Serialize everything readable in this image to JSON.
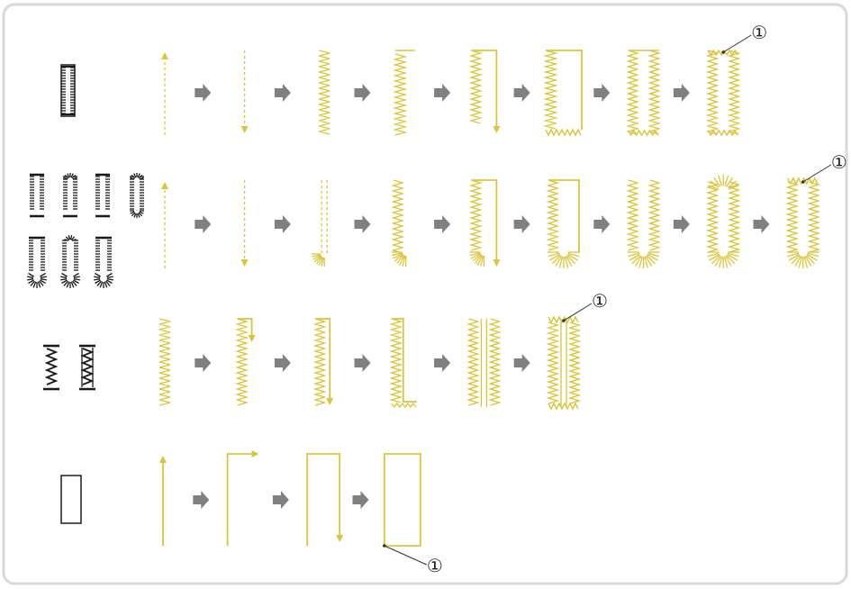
{
  "diagram": {
    "title": "",
    "callout_label": "①",
    "colors": {
      "stitch": "#dcc43a",
      "stitch_dark": "#c9a82a",
      "arrow": "#808080",
      "icon": "#1a1a1a",
      "frame_border": "#d9d9d9",
      "background": "#ffffff"
    },
    "rows": [
      {
        "name": "row-standard-buttonhole",
        "icon_names": [
          "rectangular-buttonhole-icon"
        ],
        "steps": [
          "guide-up",
          "guide-down",
          "satin-left",
          "satin-left-bar-top",
          "satin-left-bar-down",
          "satin-left-bottom-return",
          "satin-both-sides",
          "satin-complete"
        ],
        "callout_step": 7
      },
      {
        "name": "row-rounded-keyhole-buttonhole",
        "icon_names": [
          "rounded-buttonhole-icon",
          "round-end-buttonhole-icon",
          "square-buttonhole-icon",
          "oval-buttonhole-icon",
          "keyhole-buttonhole-icon",
          "keyhole-tapered-icon",
          "keyhole-square-icon"
        ],
        "steps": [
          "guide-up",
          "guide-down",
          "round-fan-start",
          "round-left",
          "round-left-down",
          "round-left-bottom",
          "round-both-sides",
          "round-with-top",
          "round-complete"
        ],
        "callout_step": 8
      },
      {
        "name": "row-zigzag-buttonhole",
        "icon_names": [
          "zigzag-buttonhole-icon",
          "double-zigzag-buttonhole-icon"
        ],
        "steps": [
          "zig-left",
          "zig-left-down",
          "zig-left-line",
          "zig-left-bottom",
          "zig-both-sides",
          "zig-complete"
        ],
        "callout_step": 5
      },
      {
        "name": "row-straight-stitch-buttonhole",
        "icon_names": [
          "straight-outline-buttonhole-icon"
        ],
        "steps": [
          "line-up",
          "line-corner",
          "line-u-down",
          "line-complete"
        ],
        "callout_step": 3
      }
    ]
  }
}
